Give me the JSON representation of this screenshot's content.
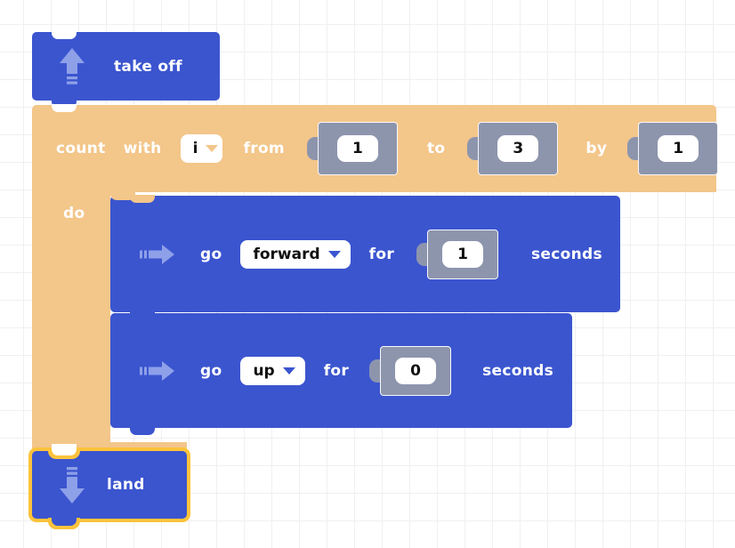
{
  "workspace": {
    "name": "blockly-workspace",
    "background_color": "#ffffff",
    "grid_color": "#f0f0f2",
    "grid_size": "31"
  },
  "colors": {
    "motion_blue": "#3b55cf",
    "loop_orange": "#f3c68a",
    "shadow_gray": "#8d95ad",
    "selection_yellow": "#fcc33c",
    "field_white": "#ffffff",
    "field_text": "#111111"
  },
  "blocks": {
    "take_off": {
      "label": "take  off",
      "icon": "arrow-up-takeoff-icon",
      "color": "#3b55cf",
      "selected": false
    },
    "count_loop": {
      "text_count": "count",
      "text_with": "with",
      "variable": "i",
      "variable_options": [
        "i"
      ],
      "text_from": "from",
      "from_value": "1",
      "text_to": "to",
      "to_value": "3",
      "text_by": "by",
      "by_value": "1",
      "text_do": "do",
      "color": "#f3c68a",
      "selected": false
    },
    "go_forward": {
      "icon": "arrow-right-move-icon",
      "text_go": "go",
      "direction": "forward",
      "direction_options": [
        "forward",
        "up"
      ],
      "text_for": "for",
      "duration": "1",
      "text_seconds": "seconds",
      "color": "#3b55cf",
      "selected": false
    },
    "go_up": {
      "icon": "arrow-right-move-icon",
      "text_go": "go",
      "direction": "up",
      "direction_options": [
        "forward",
        "up"
      ],
      "text_for": "for",
      "duration": "0",
      "text_seconds": "seconds",
      "color": "#3b55cf",
      "selected": false
    },
    "land": {
      "label": "land",
      "icon": "arrow-down-land-icon",
      "color": "#3b55cf",
      "selected": true
    }
  }
}
